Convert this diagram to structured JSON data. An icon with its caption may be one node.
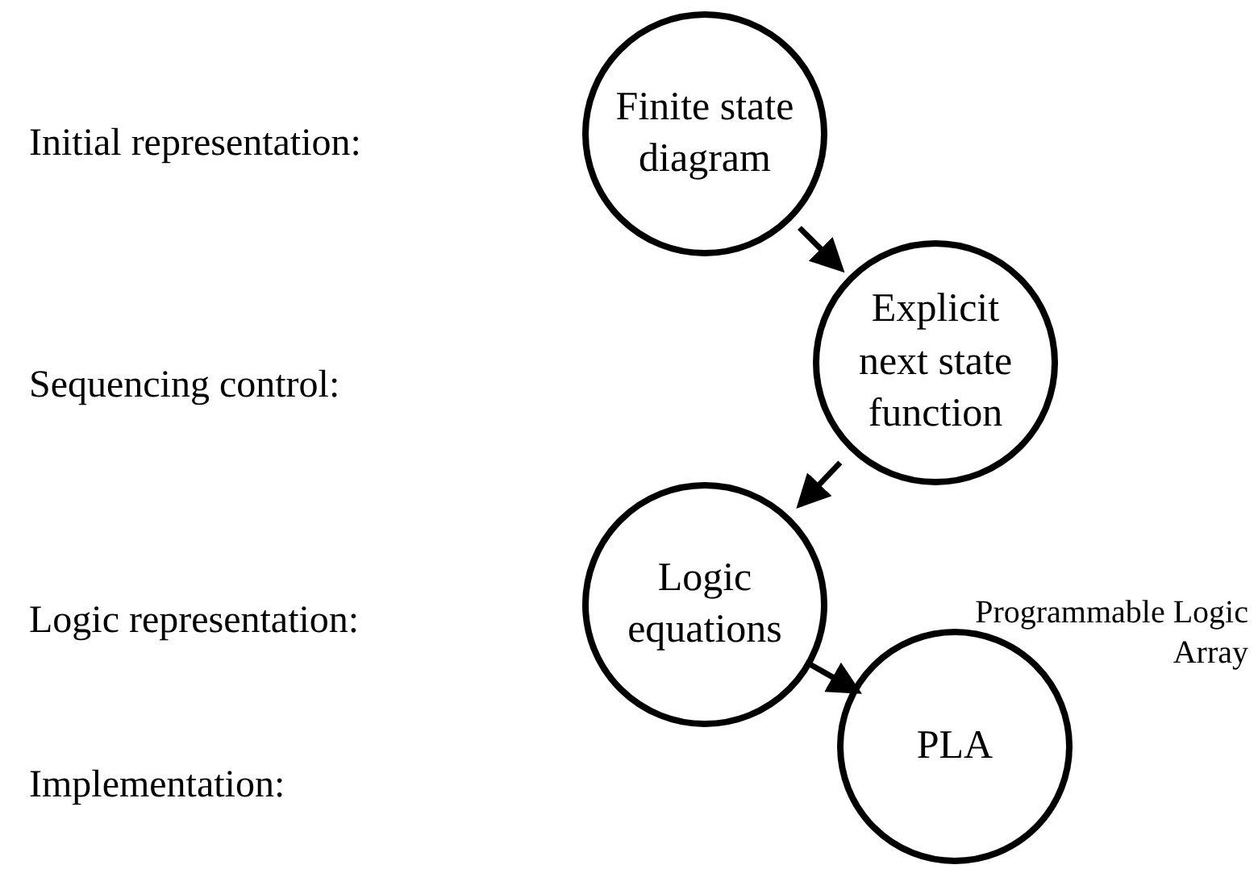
{
  "diagram": {
    "nodes": [
      {
        "text": [
          "Finite state diagram"
        ]
      },
      {
        "text": [
          "Explicit next state function"
        ]
      },
      {
        "text": [
          "Logic equations"
        ]
      },
      {
        "text": [
          "PLA"
        ],
        "beside": [
          "Programmable Logic Array"
        ]
      }
    ],
    "edges": [
      {
        "from": 0,
        "to": 1,
        "arrow": "to"
      },
      {
        "from": 1,
        "to": 2,
        "arrow": "to"
      },
      {
        "from": 2,
        "to": 3,
        "arrow": "to"
      }
    ],
    "labels": [
      "Initial representation:",
      "Sequencing control:",
      "Logic representation:",
      "Implementation:"
    ]
  }
}
